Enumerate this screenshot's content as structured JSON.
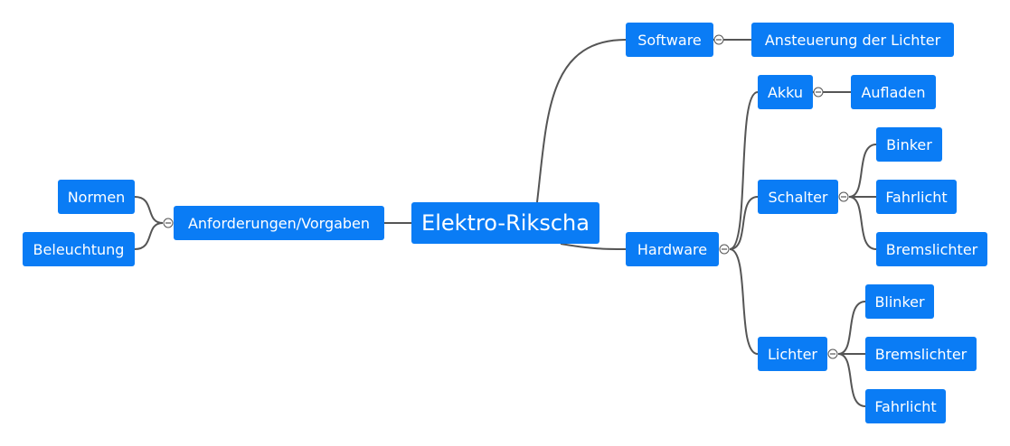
{
  "mindmap": {
    "root": "Elektro-Rikscha",
    "nodes": {
      "software": "Software",
      "ansteuerung": "Ansteuerung der Lichter",
      "hardware": "Hardware",
      "akku": "Akku",
      "aufladen": "Aufladen",
      "schalter": "Schalter",
      "schalter_binker": "Binker",
      "schalter_fahrlicht": "Fahrlicht",
      "schalter_bremslichter": "Bremslichter",
      "lichter": "Lichter",
      "lichter_blinker": "Blinker",
      "lichter_bremslichter": "Bremslichter",
      "lichter_fahrlicht": "Fahrlicht",
      "anforderungen": "Anforderungen/Vorgaben",
      "normen": "Normen",
      "beleuchtung": "Beleuchtung"
    },
    "colors": {
      "node_fill": "#0a7cf5",
      "node_text": "#ffffff",
      "connector": "#555555"
    }
  }
}
